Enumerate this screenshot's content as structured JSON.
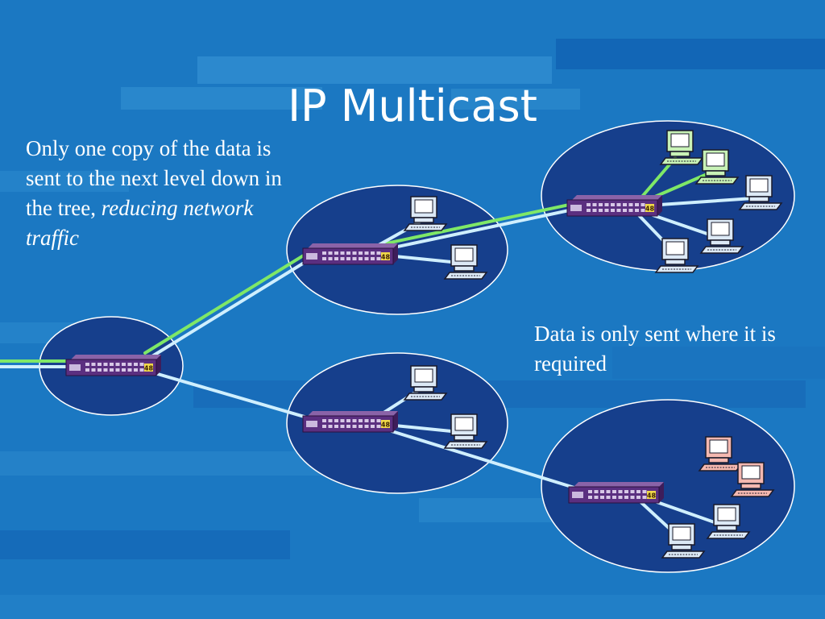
{
  "slide": {
    "title": "IP Multicast",
    "left_text_plain": "Only one copy of the data is sent to the next level down in the tree,",
    "left_text_italic": "reducing network traffic",
    "right_text": "Data is only sent where it is required"
  },
  "switch_badge": "48",
  "colors": {
    "background": "#1e7fc6",
    "node_fill": "#163f8c",
    "node_stroke": "#ffffff",
    "link_multicast": "#7fe867",
    "link_normal": "#cfefff",
    "switch_body": "#5b2f80",
    "computer_green": "#c8f2b6",
    "computer_blue": "#dce9f6",
    "computer_pink": "#f4b8b0"
  }
}
